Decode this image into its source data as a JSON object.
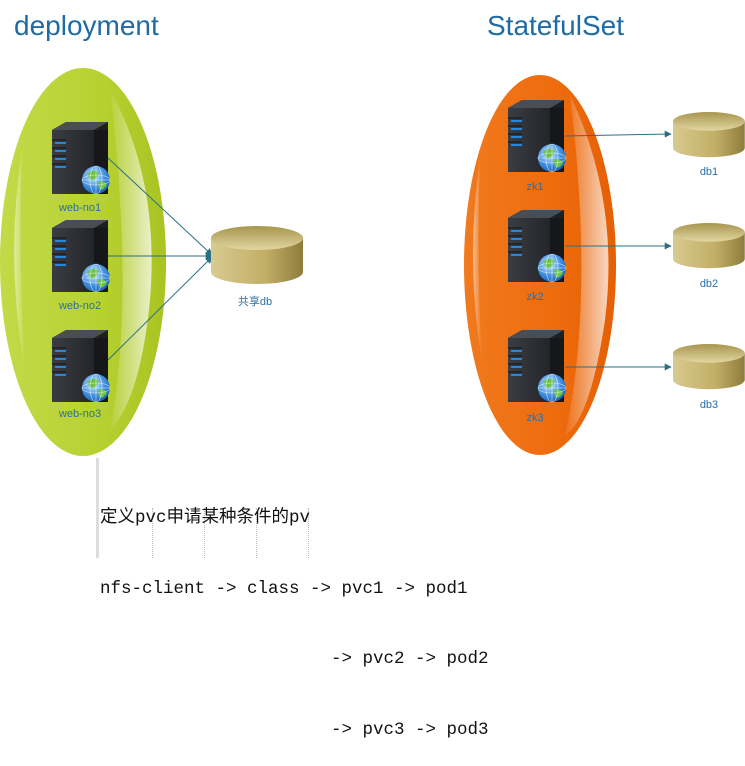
{
  "groups": [
    {
      "title": "deployment",
      "color": "#b8d433"
    },
    {
      "title": "StatefulSet",
      "color": "#ee6c0d"
    }
  ],
  "deployment": {
    "servers": [
      "web-no1",
      "web-no2",
      "web-no3"
    ],
    "shared_db": "共享db"
  },
  "statefulset": {
    "servers": [
      "zk1",
      "zk2",
      "zk3"
    ],
    "dbs": [
      "db1",
      "db2",
      "db3"
    ]
  },
  "notes": {
    "lines": [
      "定义pvc申请某种条件的pv",
      "nfs-client -> class -> pvc1 -> pod1",
      "                      -> pvc2 -> pod2",
      "                      -> pvc3 -> pod3"
    ]
  },
  "colors": {
    "title": "#1f6ba5",
    "label": "#2b6fa6",
    "arrow": "#2a6f86",
    "db": "#c9b976"
  }
}
